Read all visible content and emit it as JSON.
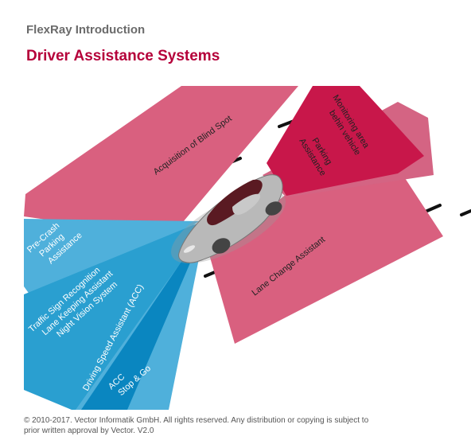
{
  "header": {
    "section": "FlexRay Introduction"
  },
  "slide": {
    "title": "Driver Assistance Systems"
  },
  "zones": {
    "blind_spot": "Acquisition of Blind Spot",
    "monitoring_line1": "Monitoring area",
    "monitoring_line2": "behin vehicle",
    "parking_line1": "Parking",
    "parking_line2": "Assistance",
    "lane_change": "Lane Change Assistant",
    "precrash_line1": "Pre-Crash",
    "precrash_line2": "Parking",
    "precrash_line3": "Assistance",
    "front_line1": "Traffic Sign Recognition",
    "front_line2": "Lane Keeping Assistant",
    "front_line3": "Night Vision System",
    "acc_speed": "Driving Speed Assistant (ACC)",
    "acc_line1": "ACC",
    "acc_line2": "Stop & Go"
  },
  "colors": {
    "title": "#b5003a",
    "pink_zone": "#d9607f",
    "crimson_zone": "#c8174a",
    "light_blue_zone": "#4fb0db",
    "mid_blue_zone": "#2a9fd0",
    "dark_blue_zone": "#0a86c0",
    "road_marks": "#111111",
    "car_body": "#b9b9b9"
  },
  "footer": {
    "line1": "© 2010-2017. Vector Informatik GmbH. All rights reserved. Any distribution or copying is subject to",
    "line2": "prior written approval by Vector. V2.0"
  }
}
